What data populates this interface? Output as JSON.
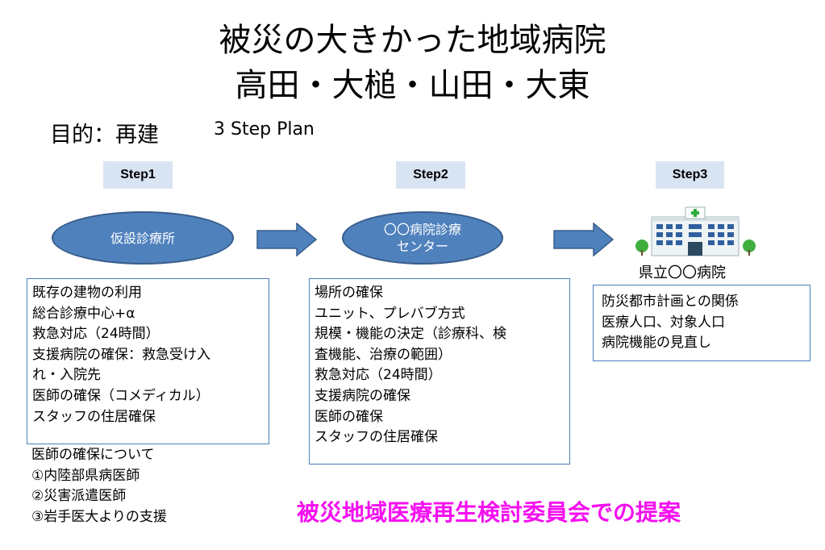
{
  "title": {
    "line1": "被災の大きかった地域病院",
    "line2": "高田・大槌・山田・大東"
  },
  "purpose": "目的：再建",
  "plan": "3 Step Plan",
  "steps": [
    {
      "label": "Step1",
      "stage": "仮設診療所",
      "stage_line2": "",
      "details": [
        "既存の建物の利用",
        "総合診療中心+α",
        "救急対応（24時間）",
        "支援病院の確保：救急受け入",
        "れ・入院先",
        "医師の確保（コメディカル）",
        "スタッフの住居確保"
      ]
    },
    {
      "label": "Step2",
      "stage": "〇〇病院診療",
      "stage_line2": "センター",
      "details": [
        "場所の確保",
        "ユニット、プレバブ方式",
        "規模・機能の決定（診療科、検",
        "査機能、治療の範囲）",
        "救急対応（24時間）",
        "支援病院の確保",
        "医師の確保",
        "スタッフの住居確保"
      ]
    },
    {
      "label": "Step3",
      "stage": "県立〇〇病院",
      "stage_line2": "",
      "details": [
        "防災都市計画との関係",
        "医療人口、対象人口",
        "病院機能の見直し"
      ]
    }
  ],
  "doctor_notes": [
    "医師の確保について",
    "①内陸部県病医師",
    "②災害派遣医師",
    "③岩手医大よりの支援"
  ],
  "proposal": "被災地域医療再生検討委員会での提案",
  "colors": {
    "ellipse_fill": "#4f81bd",
    "arrow_fill": "#4f81bd",
    "step_label_bg": "#d9e4f3",
    "proposal_text": "#f50ff0"
  },
  "icons": [
    "right-arrow-icon",
    "hospital-building-icon"
  ]
}
